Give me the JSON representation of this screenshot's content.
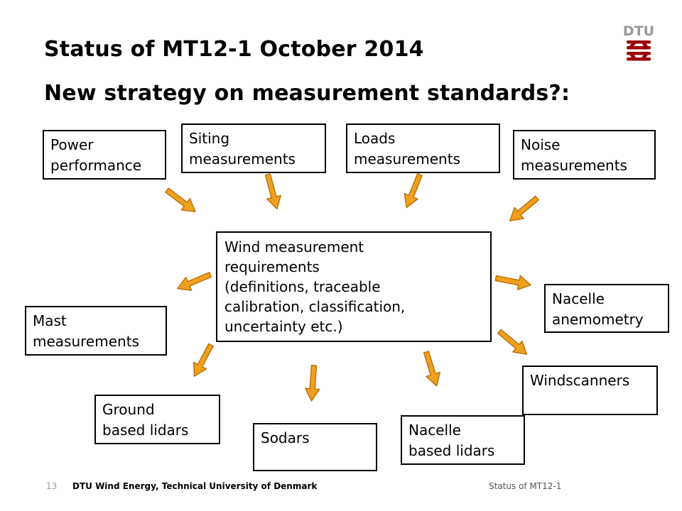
{
  "slide": {
    "title": "Status of MT12-1 October 2014",
    "subtitle": "New strategy on measurement standards?:",
    "logo_text": "DTU"
  },
  "boxes": {
    "power_performance": "Power\nperformance",
    "siting": "Siting\nmeasurements",
    "loads": "Loads\nmeasurements",
    "noise": "Noise\nmeasurements",
    "center": "Wind measurement\nrequirements\n(definitions, traceable\ncalibration, classification,\nuncertainty etc.)",
    "nacelle_anemometry": "Nacelle\nanemometry",
    "mast": "Mast\nmeasurements",
    "windscanners": "Windscanners",
    "ground_lidars": "Ground\nbased lidars",
    "sodars": "Sodars",
    "nacelle_lidars": "Nacelle\nbased lidars"
  },
  "footer": {
    "page_number": "13",
    "organization": "DTU Wind Energy, Technical University of Denmark",
    "right_text": "Status of MT12-1"
  },
  "colors": {
    "arrow_fill": "#f0a01e",
    "arrow_stroke": "#b8740a",
    "logo_red": "#990000",
    "logo_gray": "#999999"
  }
}
